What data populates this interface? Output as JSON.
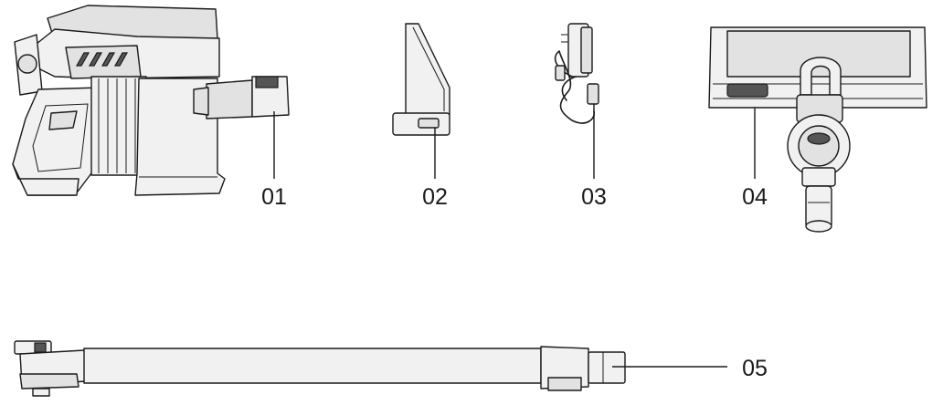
{
  "parts": [
    {
      "number": "01",
      "icon": "handheld-vacuum-body-icon"
    },
    {
      "number": "02",
      "icon": "wall-bracket-icon"
    },
    {
      "number": "03",
      "icon": "charger-adapter-icon"
    },
    {
      "number": "04",
      "icon": "floor-brush-head-icon"
    },
    {
      "number": "05",
      "icon": "extension-tube-icon"
    }
  ]
}
